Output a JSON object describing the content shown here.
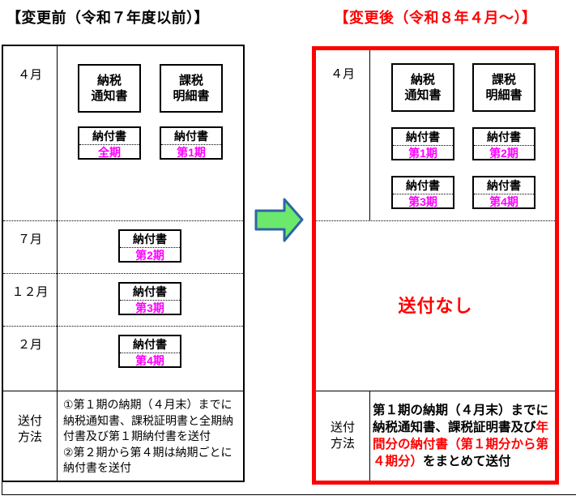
{
  "page": {
    "title_before": "【変更前（令和７年度以前）】",
    "title_after": "【変更後（令和８年４月～）】"
  },
  "labels": {
    "month_april": "４月",
    "month_july": "７月",
    "month_december": "１２月",
    "month_february": "２月",
    "doc_tax_notice": "納税\n通知書",
    "doc_tax_statement": "課税\n明細書",
    "payment_slip": "納付書",
    "period_all": "全期",
    "period_1": "第1期",
    "period_2": "第2期",
    "period_3": "第3期",
    "period_4": "第4期",
    "method_header": "送付\n方法",
    "no_send": "送付なし"
  },
  "method_before": "①第１期の納期（４月末）までに\n納税通知書、課税証明書と全期納\n付書及び第１期納付書を送付\n②第２期から第４期は納期ごとに\n納付書を送付",
  "method_after": {
    "part1_black": "第１期の納期（４月末）までに\n納税通知書、課税証明書及び",
    "part2_red": "年\n間分の納付書（第１期分から第\n４期分）",
    "part3_black": "をまとめて送付"
  },
  "colors": {
    "after_accent_red": "#FF0000",
    "period_magenta": "#FF00FF",
    "arrow_fill_green": "#6CE86C",
    "arrow_stroke_blue": "#2E66A3",
    "line_black": "#000000"
  }
}
